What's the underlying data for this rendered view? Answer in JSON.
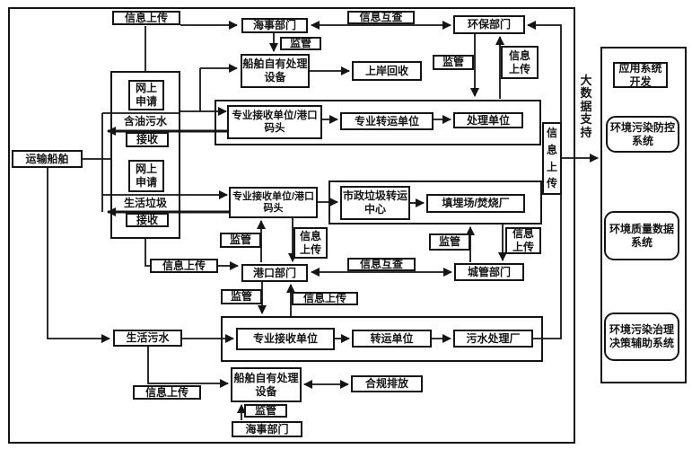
{
  "diagram": {
    "type": "flowchart",
    "language": "zh-CN",
    "line_color": "#141414",
    "background": "#ffffff",
    "nodes": {
      "info_upload_top": "信息上传",
      "maritime_top": "海事部门",
      "info_check_top": "信息互查",
      "env_dept": "环保部门",
      "supervise_1": "监管",
      "ship_equip_top": "船舶自有处理\n设备",
      "shore_recycle": "上岸回收",
      "supervise_2": "监管",
      "info_upload_env": "信息\n上传",
      "online_apply_1": "网上\n申请",
      "oily_water": "含油污水",
      "receive_1": "接收",
      "online_apply_2": "网上\n申请",
      "domestic_garbage": "生活垃圾",
      "receive_2": "接收",
      "transport_ship": "运输船舶",
      "pro_receive_port_1": "专业接收单位/港口\n码头",
      "pro_transfer_unit": "专业转运单位",
      "process_unit": "处理单位",
      "pro_receive_port_2": "专业接收单位/港口\n码头",
      "municipal_center": "市政垃圾转运\n中心",
      "landfill": "填埋场/焚烧厂",
      "supervise_3": "监管",
      "info_upload_port_in": "信息\n上传",
      "supervise_4": "监管",
      "info_upload_urban": "信息\n上传",
      "info_upload_to_port": "信息上传",
      "port_dept": "港口部门",
      "info_check_bottom": "信息互查",
      "urban_dept": "城管部门",
      "supervise_5": "监管",
      "info_upload_from_c3": "信息上传",
      "pro_receive_unit": "专业接收单位",
      "transfer_unit": "转运单位",
      "sewage_plant": "污水处理厂",
      "domestic_sewage": "生活污水",
      "info_upload_bottom": "信息上传",
      "ship_equip_bottom": "船舶自有处理\n设备",
      "compliant_discharge": "合规排放",
      "supervise_6": "监管",
      "maritime_bottom": "海事部门",
      "info_upload_tall": "信\n息\n上\n传",
      "big_data_support": "大\n数\n据\n支\n持",
      "app_dev": "应用系统\n开发",
      "sys_pollution_prevention": "环境污染防控\n系统",
      "sys_env_quality": "环境质量数据\n系统",
      "sys_decision_support": "环境污染治理\n决策辅助系统"
    }
  }
}
